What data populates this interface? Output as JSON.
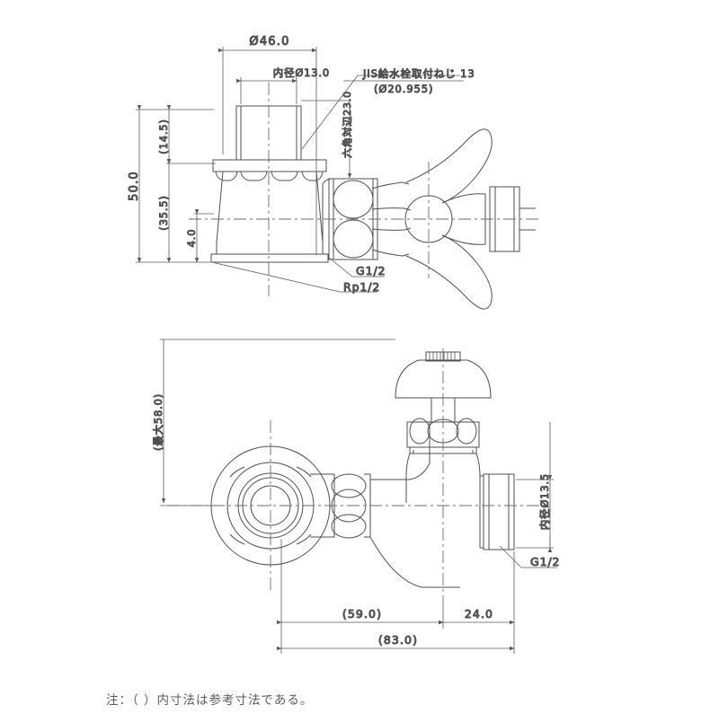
{
  "drawing": {
    "title": "faucet-valve-dimension-drawing",
    "note": "注：（ ）内寸法は参考寸法である。",
    "line_color": "#4f4f4f",
    "center_line_color": "#6b6b6b",
    "text_color": "#5a5a5a",
    "background": "#ffffff"
  },
  "top_view": {
    "name": "side-elevation-view",
    "dimensions": {
      "flange_diameter": "Ø46.0",
      "inner_diameter": "内径Ø13.0",
      "hex_across_flats": "六角対辺23.0",
      "overall_height": "50.0",
      "upper_height_ref": "(14.5)",
      "lower_height_ref": "(35.5)",
      "flange_thickness": "4.0"
    },
    "callouts": {
      "jis_thread": "JIS給水栓取付ねじ 13",
      "jis_thread_sub": "(Ø20.955)",
      "outlet_thread": "G1/2",
      "inlet_thread": "Rp1/2"
    }
  },
  "bottom_view": {
    "name": "front-elevation-view",
    "dimensions": {
      "max_height": "(最大58.0)",
      "outlet_inner_diameter": "内径Ø13.5",
      "body_length_ref": "(59.0)",
      "outlet_length": "24.0",
      "overall_length_ref": "(83.0)"
    },
    "callouts": {
      "outlet_thread": "G1/2"
    }
  }
}
